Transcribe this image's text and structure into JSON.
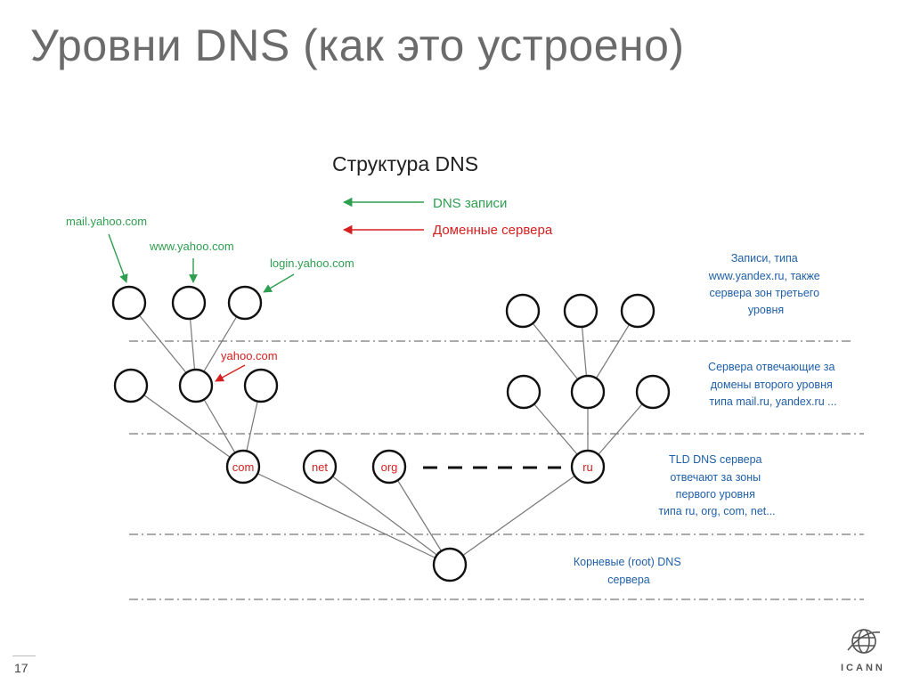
{
  "slide": {
    "title": "Уровни DNS (как это устроено)",
    "page_number": "17",
    "logo_text": "ICANN"
  },
  "diagram": {
    "title": "Структура DNS",
    "legend": {
      "dns_records": "DNS записи",
      "domain_servers": "Доменные сервера",
      "dns_records_color": "#2e9e4f",
      "domain_servers_color": "#d62020"
    },
    "hosts": {
      "mail": "mail.yahoo.com",
      "www": "www.yahoo.com",
      "login": "login.yahoo.com",
      "yahoo": "yahoo.com"
    },
    "tld_nodes": {
      "com": "com",
      "net": "net",
      "org": "org",
      "ru": "ru"
    },
    "level_notes": {
      "third_level": [
        "Записи, типа",
        "www.yandex.ru, также",
        "сервера  зон третьего",
        "уровня"
      ],
      "second_level": [
        "Сервера отвечающие за",
        "домены второго уровня",
        "типа mail.ru, yandex.ru ..."
      ],
      "tld_level": [
        "TLD  DNS сервера",
        "отвечают за зоны",
        "первого уровня",
        "типа ru, org, com, net..."
      ],
      "root_level": [
        "Корневые (root) DNS",
        "сервера"
      ]
    },
    "note_color": "#1f5fa8"
  }
}
